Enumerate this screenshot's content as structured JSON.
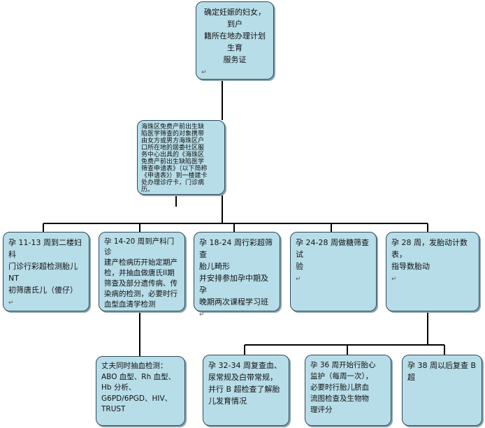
{
  "colors": {
    "box_fill": "#b7dde8",
    "box_border": "#2e4a5a",
    "line": "#000000"
  },
  "nodes": {
    "root": "确定妊娠的妇女，到户\n籍所在地办理计划生育\n服务证",
    "hospital": "海珠区免费产前出生缺\n陷医学筛查的对象携带\n由女方或男方海珠区户\n口所在地的居委社区服\n务中心出具的《海珠区\n免费产前出生缺陷医学\n筛查申请表》（以下简称\n《申请表》）到一楼建卡\n处办理诊疗卡，门诊病\n历。",
    "s1": "孕 11-13 周到二楼妇科\n门诊行彩超检测胎儿 NT\n初筛唐氏儿（傻仔）",
    "s2": "孕 14-20 周到产科门诊\n建产检病历开始定期产\n检，并抽血做唐氏II期\n筛查及部分遗传病、传\n染病的检测，必要时行\n血型血清学检测",
    "s3": "孕 18-24 周行彩超筛查\n胎儿畸形\n并安排参加孕中期及孕\n晚期两次课程学习班",
    "s4": "孕 24-28 周做糖筛查试\n验",
    "s5": "孕 28 周，发胎动计数表，\n指导数胎动",
    "husband": "丈夫同时抽血检测：\nABO 血型、Rh 血型、\nHb 分析、\nG6PD/6PGD、HIV、\nTRUST",
    "c1": "孕 32-34 周复查血、\n尿常规及白带常规，\n并行 B 超检查了解胎\n儿发育情况",
    "c2": "孕 36 周开始行胎心\n监护（每周一次），\n必要时行胎儿脐血\n流图检查及生物物\n理评分",
    "c3": "孕 38 周以后复查 B\n超"
  },
  "paragraph_mark": "↵"
}
